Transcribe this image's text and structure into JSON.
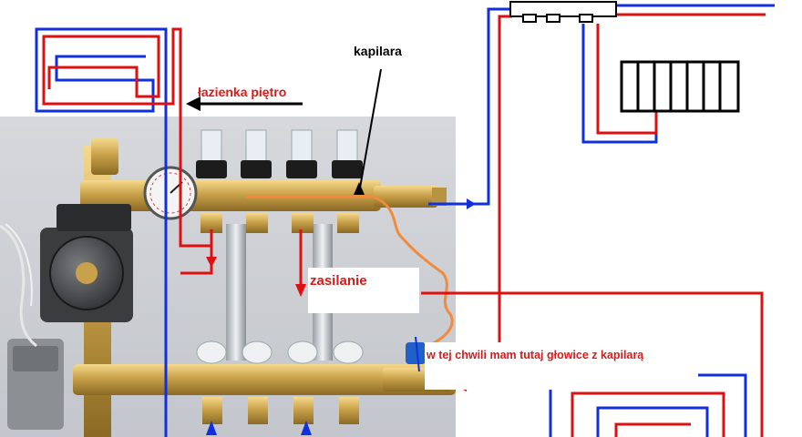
{
  "labels": {
    "kapilara": "kapilara",
    "lazienka": "łazienka piętro",
    "zasilanie": "zasilanie",
    "glowice": "w tej chwili mam tutaj głowice z kapilarą"
  },
  "colors": {
    "supply": "#e01010",
    "return": "#1030e0",
    "capillary": "#f08a3c",
    "arrow_black": "#000000"
  }
}
